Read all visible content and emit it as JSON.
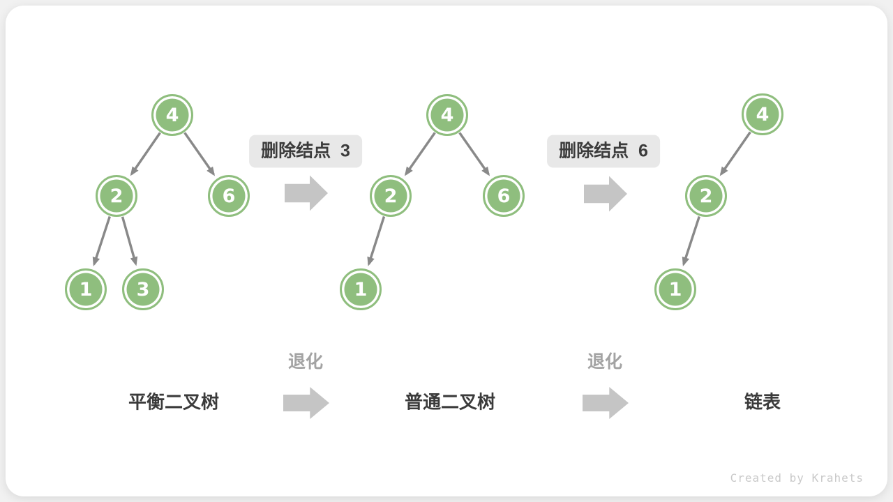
{
  "step_labels": [
    "删除结点  3",
    "删除结点  6"
  ],
  "degrade_labels": [
    "退化",
    "退化"
  ],
  "bottom_labels": [
    "平衡二叉树",
    "普通二叉树",
    "链表"
  ],
  "watermark": "Created by Krahets",
  "trees": [
    {
      "id": "balanced",
      "nodes": [
        "4",
        "2",
        "6",
        "1",
        "3"
      ],
      "edges": [
        [
          0,
          1
        ],
        [
          0,
          2
        ],
        [
          1,
          3
        ],
        [
          1,
          4
        ]
      ]
    },
    {
      "id": "ordinary",
      "nodes": [
        "4",
        "2",
        "6",
        "1"
      ],
      "edges": [
        [
          0,
          1
        ],
        [
          0,
          2
        ],
        [
          1,
          3
        ]
      ]
    },
    {
      "id": "linked-list",
      "nodes": [
        "4",
        "2",
        "1"
      ],
      "edges": [
        [
          0,
          1
        ],
        [
          1,
          2
        ]
      ]
    }
  ],
  "icons": {
    "tree_edge": "arrow-down-diagonal",
    "transition": "block-arrow-right"
  },
  "colors": {
    "node_fill": "#8FBE7E",
    "node_text": "#FFFFFF",
    "node_ring": "#FFFFFF",
    "edge": "#898989",
    "block_arrow": "#C5C5C5",
    "step_label_bg": "#E8E8E8",
    "step_label_text": "#3B3B3B",
    "degrade_text": "#A3A3A3",
    "bottom_label_text": "#3B3B3B",
    "watermark_text": "#C9C9C9",
    "card_bg": "#FFFFFF",
    "page_bg": "#F1F1F1"
  }
}
